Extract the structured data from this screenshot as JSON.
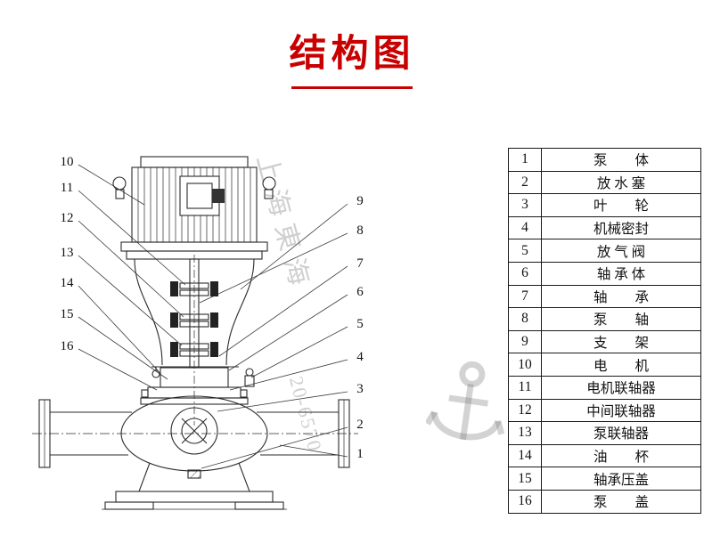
{
  "title": "结构图",
  "accent_color": "#c80000",
  "diagram": {
    "callouts": [
      {
        "label": "10"
      },
      {
        "label": "11"
      },
      {
        "label": "12"
      },
      {
        "label": "13"
      },
      {
        "label": "14"
      },
      {
        "label": "15"
      },
      {
        "label": "16"
      },
      {
        "label": "9"
      },
      {
        "label": "8"
      },
      {
        "label": "7"
      },
      {
        "label": "6"
      },
      {
        "label": "5"
      },
      {
        "label": "4"
      },
      {
        "label": "3"
      },
      {
        "label": "2"
      },
      {
        "label": "1"
      }
    ]
  },
  "watermark": {
    "brand_text": "上海東海",
    "phone_fragment": "20-6570"
  },
  "table": {
    "rows": [
      {
        "num": "1",
        "label": "泵　　体"
      },
      {
        "num": "2",
        "label": "放 水 塞"
      },
      {
        "num": "3",
        "label": "叶　　轮"
      },
      {
        "num": "4",
        "label": "机械密封"
      },
      {
        "num": "5",
        "label": "放 气 阀"
      },
      {
        "num": "6",
        "label": "轴 承 体"
      },
      {
        "num": "7",
        "label": "轴　　承"
      },
      {
        "num": "8",
        "label": "泵　　轴"
      },
      {
        "num": "9",
        "label": "支　　架"
      },
      {
        "num": "10",
        "label": "电　　机"
      },
      {
        "num": "11",
        "label": "电机联轴器"
      },
      {
        "num": "12",
        "label": "中间联轴器"
      },
      {
        "num": "13",
        "label": "泵联轴器"
      },
      {
        "num": "14",
        "label": "油　　杯"
      },
      {
        "num": "15",
        "label": "轴承压盖"
      },
      {
        "num": "16",
        "label": "泵　　盖"
      }
    ]
  }
}
